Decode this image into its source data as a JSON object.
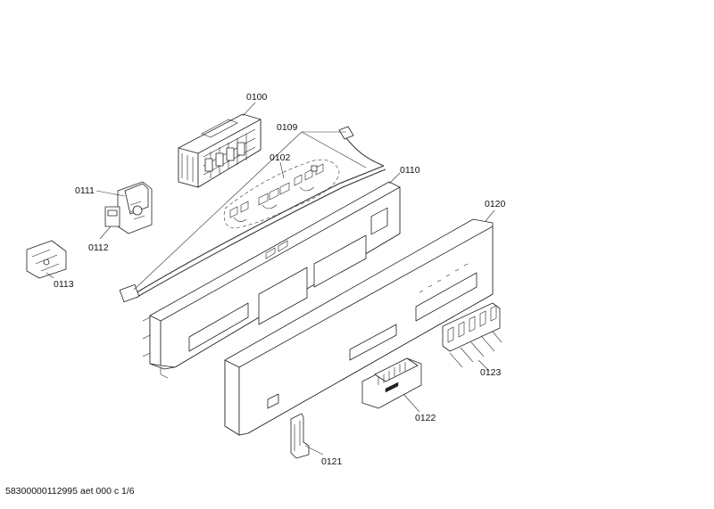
{
  "callouts": [
    {
      "id": "p0100",
      "text": "0100"
    },
    {
      "id": "p0109",
      "text": "0109"
    },
    {
      "id": "p0102",
      "text": "0102"
    },
    {
      "id": "p0110",
      "text": "0110"
    },
    {
      "id": "p0111",
      "text": "0111"
    },
    {
      "id": "p0112",
      "text": "0112"
    },
    {
      "id": "p0113",
      "text": "0113"
    },
    {
      "id": "p0120",
      "text": "0120"
    },
    {
      "id": "p0123",
      "text": "0123"
    },
    {
      "id": "p0122",
      "text": "0122"
    },
    {
      "id": "p0121",
      "text": "0121"
    }
  ],
  "footer": {
    "text": "58300000112995 aet 000 c 1/6"
  }
}
